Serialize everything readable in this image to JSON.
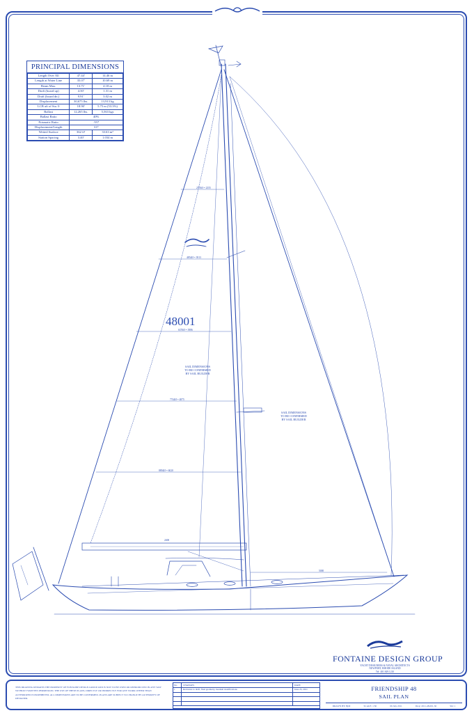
{
  "dimensions": {
    "title": "PRINCIPAL DIMENSIONS",
    "rows": [
      {
        "label": "Length Over All",
        "imperial": "47.44'",
        "metric": "14.46 m"
      },
      {
        "label": "Length at Water Line",
        "imperial": "35.07'",
        "metric": "10.69 m"
      },
      {
        "label": "Beam Max.",
        "imperial": "13.71'",
        "metric": "4.18 m"
      },
      {
        "label": "Draft (board up)",
        "imperial": "4.30'",
        "metric": "1.31 m"
      },
      {
        "label": "Draft (board dn.)",
        "imperial": "9.91'",
        "metric": "3.02 m"
      },
      {
        "label": "Displacement",
        "imperial": "30,675 lbs.",
        "metric": "13,913 kg"
      },
      {
        "label": "LCB aft of Sta. 0",
        "imperial": "18.90'",
        "metric": "5.75 m (53.3%)"
      },
      {
        "label": "Ballast",
        "imperial": "12,265 lbs.",
        "metric": "5,563 kgs"
      },
      {
        "label": "Ballast Ratio",
        "value": "40%"
      },
      {
        "label": "Prismatic Ratio",
        "value": ".557"
      },
      {
        "label": "Displacement/Length",
        "value": "317"
      },
      {
        "label": "Wetted Surface",
        "imperial": "362 ft²",
        "metric": "33.63 m²"
      },
      {
        "label": "Station Spacing",
        "imperial": "3.40'",
        "metric": "1.034 m"
      }
    ]
  },
  "drawing": {
    "hull_number": "48001",
    "note_left": "SAIL DIMENSIONS\nTO BE CONFIRMED\nBY SAIL BUILDER",
    "note_right": "SAIL DIMENSIONS\nTO BE CONFIRMED\nBY SAIL BUILDER",
    "dim_labels": [
      "2576Ø = 2355",
      "4854Ø = 3913",
      "6376Ø = 3986",
      "7744Ø = 4875",
      "8894Ø = 6020",
      "2400",
      "5000"
    ]
  },
  "logo": {
    "name": "FONTAINE DESIGN GROUP",
    "sub": "YACHT DESIGNERS & NAVAL ARCHITECTS",
    "address": "NEWPORT, RHODE ISLAND",
    "phone": "Tel: 401.849.1210"
  },
  "title_block": {
    "notice": "THIS DRAWING REMAINS THE PROPERTY OF FONTAINE DESIGN GROUP AND IS NOT TO BE USED OR REPRODUCED IN ANY WAY WITHOUT WRITTEN PERMISSION. THE USE OF THESE PLANS, DIRECTLY OR INDIRECTLY FOR ANY WORK OTHER THAN AUTHORIZED IS PROHIBITED. ALL DIMENSIONS ARE TO BE CONFIRMED. PLANS ARE SUBJECT TO CHANGE BY AUTHORITY OF DESIGNER.",
    "rev_headers": {
      "no": "No.",
      "desc": "CHANGES",
      "date": "DATE"
    },
    "rev_rows": [
      {
        "no": "1",
        "desc": "Revisions to draft, final geometry, headsail modifications",
        "date": "June 25, 2011"
      }
    ],
    "project": "FRIENDSHIP 48",
    "sheet": "SAIL PLAN",
    "meta": [
      "DRAWN BY: BjM",
      "SCALE: 1:50",
      "06 July 2011",
      "Dwg: 2011-48-001-30",
      "Sht: 1"
    ]
  }
}
